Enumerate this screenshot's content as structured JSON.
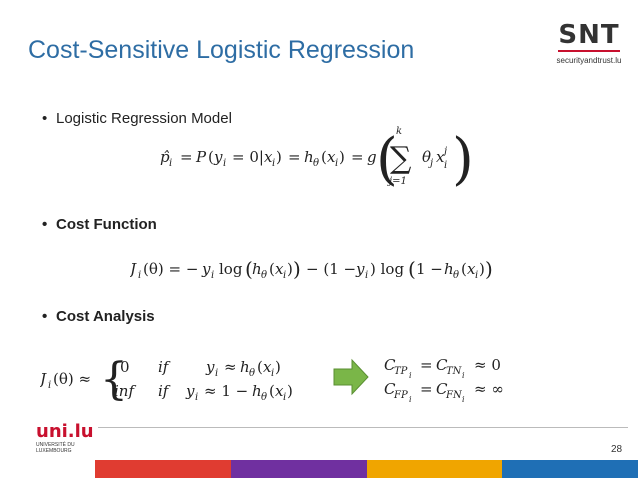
{
  "slide": {
    "title": "Cost-Sensitive Logistic Regression",
    "page_number": "28"
  },
  "logo": {
    "snt": "SNT",
    "url": "securityandtrust.lu",
    "uni": "uni.lu",
    "uni_sub1": "UNIVERSITÉ DU",
    "uni_sub2": "LUXEMBOURG"
  },
  "bullets": [
    {
      "text": "Logistic Regression Model",
      "bold": false
    },
    {
      "text": "Cost Function",
      "bold": true
    },
    {
      "text": "Cost Analysis",
      "bold": true
    }
  ],
  "colors": {
    "title": "#2e6da4",
    "accent_red": "#c8102e",
    "arrow_green": "#7ab648",
    "footer": [
      "#e03c31",
      "#7030a0",
      "#f0a500",
      "#1f6fb5"
    ]
  }
}
